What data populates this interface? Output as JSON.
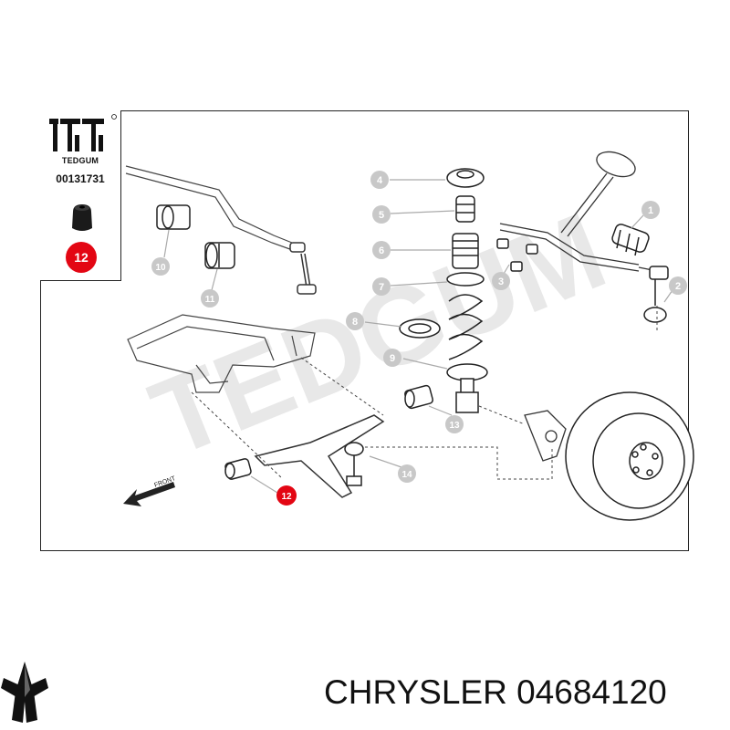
{
  "inset": {
    "brand": "TEDGUM",
    "code": "00131731",
    "highlight_number": "12"
  },
  "diagram": {
    "callouts": [
      "1",
      "2",
      "3",
      "4",
      "5",
      "6",
      "7",
      "8",
      "9",
      "10",
      "11",
      "13",
      "14"
    ],
    "highlight_number": "12",
    "direction_label": "FRONT",
    "watermark": "TEDGUM"
  },
  "caption": {
    "text": "CHRYSLER 04684120"
  },
  "colors": {
    "highlight": "#e30613",
    "callout": "#c8c8c8",
    "line": "#222222"
  }
}
